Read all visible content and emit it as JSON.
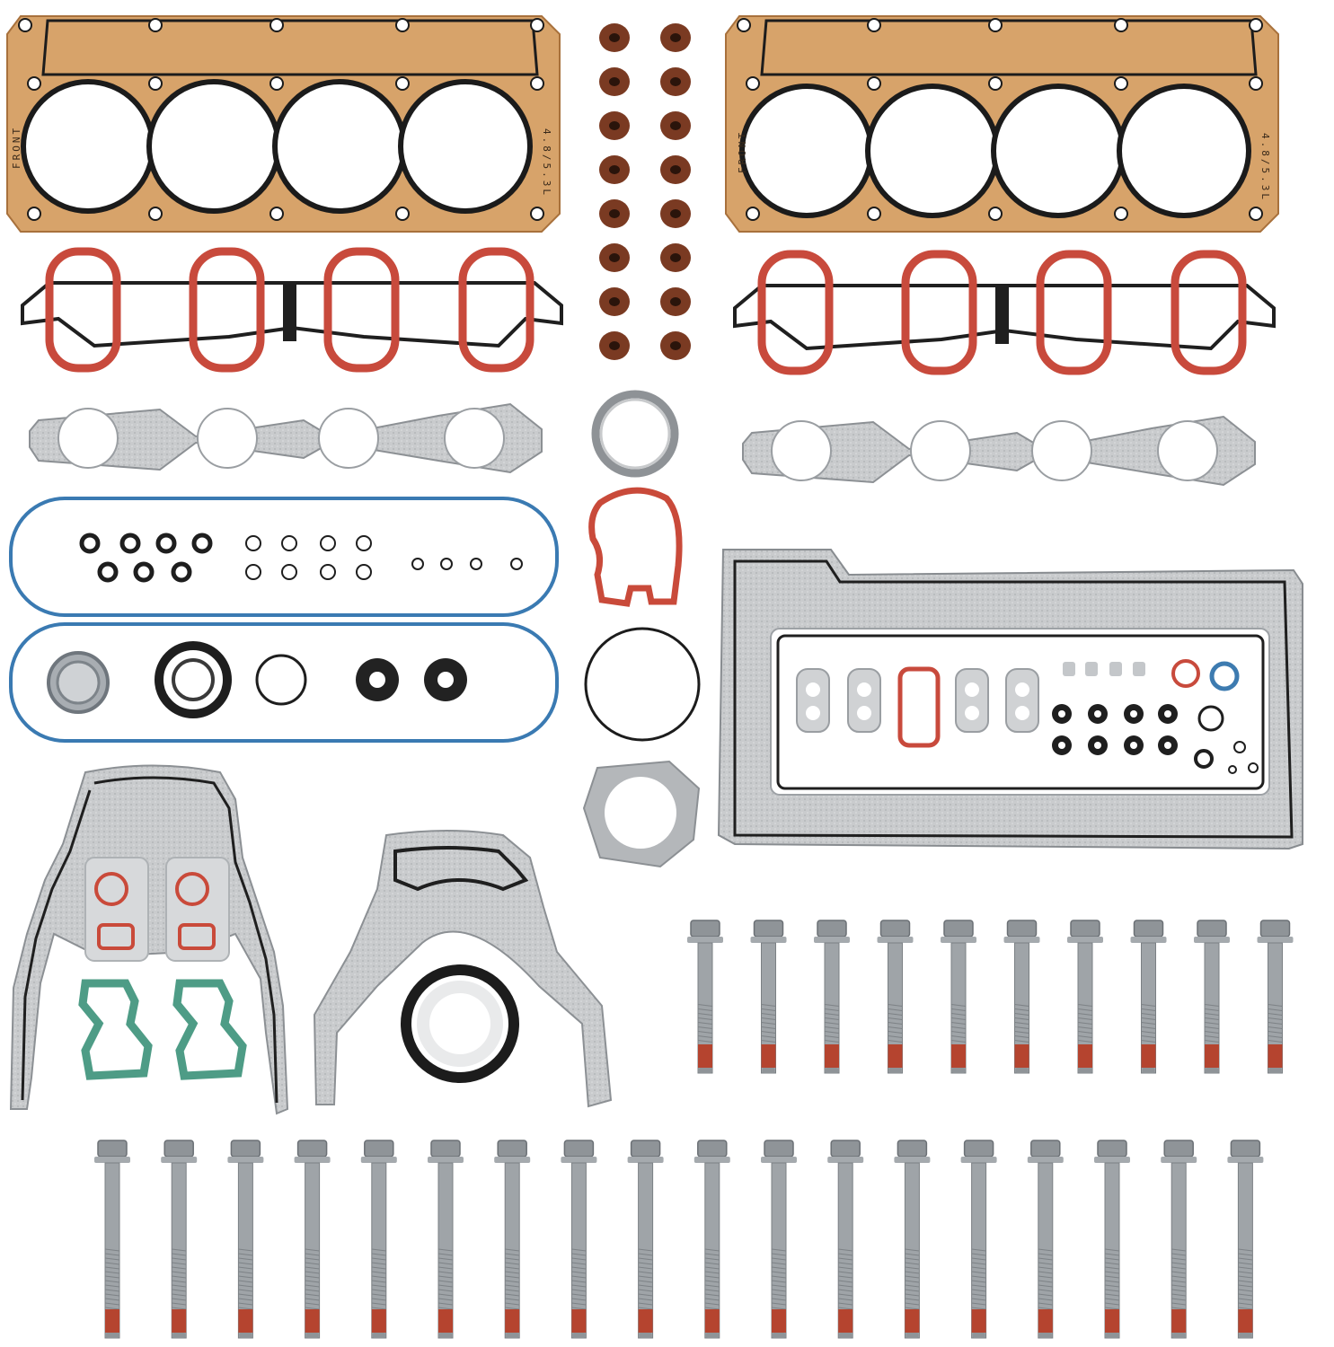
{
  "photo": {
    "background": "#ffffff",
    "head_gasket_label_front": "FRONT",
    "head_gasket_label_size": "4.8/5.3L"
  },
  "colors": {
    "head_gasket_copper": "#d9a56b",
    "head_gasket_copper_dark": "#b47c45",
    "black_bead": "#202020",
    "steel_gray": "#b9bcbf",
    "steel_light": "#d9dbdd",
    "red_rubber": "#c84a3c",
    "valve_seal_brown": "#7a3a22",
    "blue_rubber": "#3d7bb0",
    "teal_gasket": "#4e9c86",
    "bolt_silver": "#9fa4a8",
    "bolt_thread_patch": "#b5442f"
  },
  "parts": {
    "head_gaskets": 2,
    "intake_gaskets": 2,
    "exhaust_gaskets": 2,
    "valve_stem_seals": 16,
    "valve_cover_gaskets": 2,
    "oil_pan_gasket": 1,
    "timing_cover_gasket": 1,
    "rear_main_cover_gasket": 1,
    "water_pump_gaskets": 2,
    "short_head_bolts": 10,
    "long_head_bolts": 18
  }
}
